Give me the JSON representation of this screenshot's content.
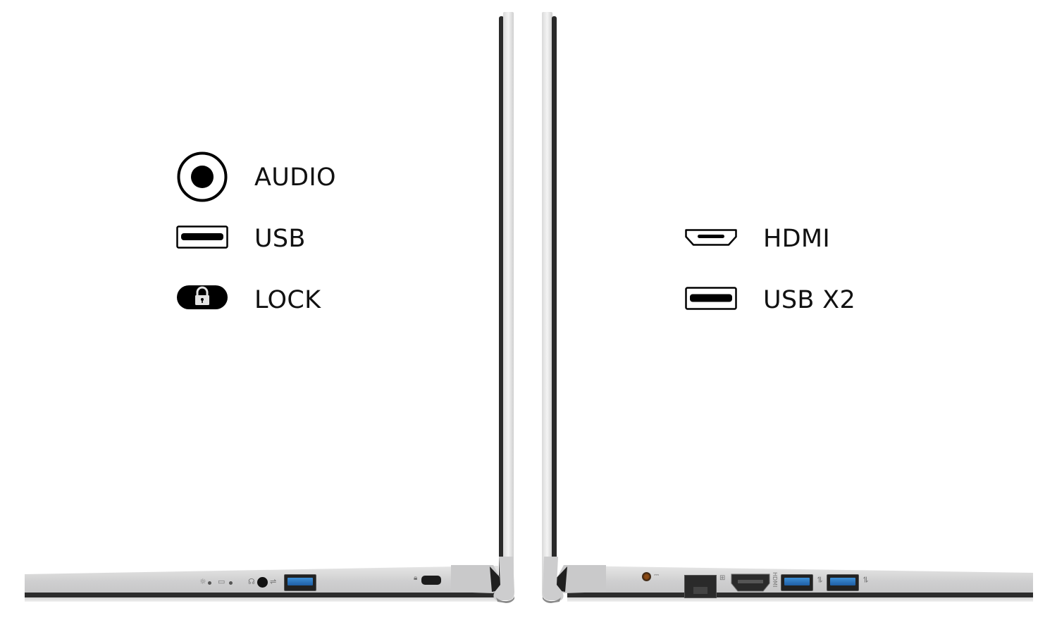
{
  "left_side": {
    "legend": [
      {
        "icon": "audio-jack-icon",
        "label": "AUDIO"
      },
      {
        "icon": "usb-port-icon",
        "label": "USB"
      },
      {
        "icon": "lock-slot-icon",
        "label": "LOCK"
      }
    ],
    "ports_on_base": [
      "power-led",
      "battery-led",
      "audio-jack",
      "usb-a",
      "kensington-lock"
    ]
  },
  "right_side": {
    "legend": [
      {
        "icon": "hdmi-port-icon",
        "label": "HDMI"
      },
      {
        "icon": "usb-port-icon",
        "label": "USB X2"
      }
    ],
    "ports_on_base": [
      "dc-in",
      "ethernet",
      "hdmi",
      "usb-a",
      "usb-a"
    ]
  },
  "colors": {
    "background": "#ffffff",
    "icon_black": "#000000",
    "chassis_silver": "#cfcfd0",
    "bezel_dark": "#2a2a2a",
    "usb_blue": "#2f7ec8",
    "dc_orange": "#8a4a14"
  }
}
